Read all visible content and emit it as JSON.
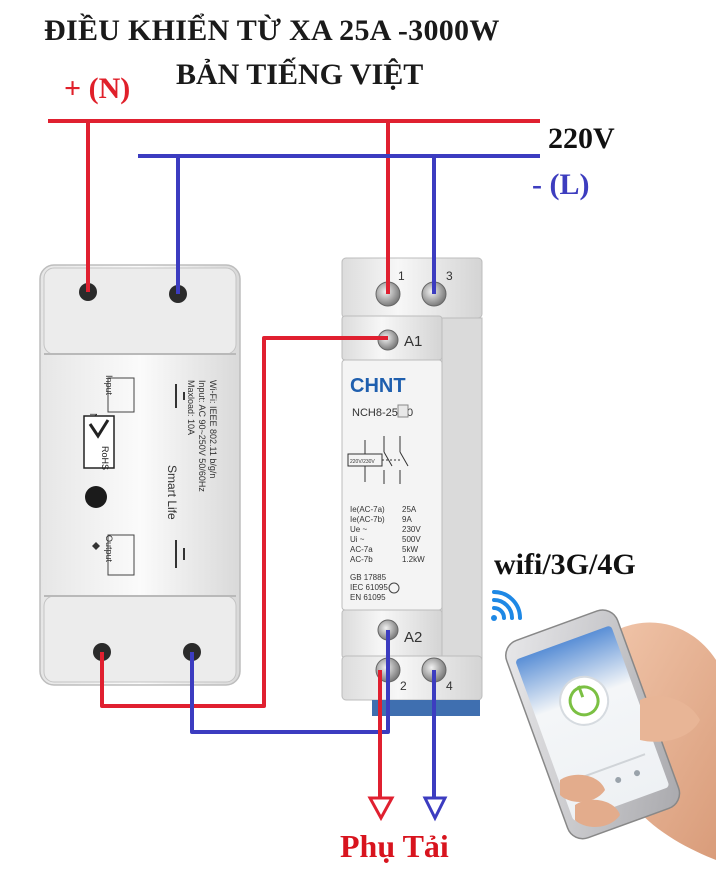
{
  "title": {
    "line1": "ĐIỀU KHIỂN TỪ XA 25A -3000W",
    "line2": "BẢN TIẾNG VIỆT"
  },
  "labels": {
    "neutral": "+ (N)",
    "voltage": "220V",
    "line": "- (L)",
    "connectivity": "wifi/3G/4G",
    "load": "Phụ Tải"
  },
  "wifi_switch": {
    "brand": "Smart Life",
    "input_label": "Input",
    "output_label": "Output",
    "spec_lines": [
      "Wi-Fi: IEEE 802.11 b/g/n",
      "Input: AC 90~250V 50/60Hz",
      "Maxload: 10A"
    ],
    "rohs": "RoHS",
    "terminal_n": "N",
    "terminal_l": "L"
  },
  "contactor": {
    "brand": "CHNT",
    "model": "NCH8-25/20",
    "terminal_top": [
      "1",
      "3"
    ],
    "terminal_bottom": [
      "2",
      "4"
    ],
    "coil_top": "A1",
    "coil_bottom": "A2",
    "coil_voltage": "220V/230V",
    "spec_rows": [
      [
        "Ie(AC-7a)",
        "25A"
      ],
      [
        "Ie(AC-7b)",
        "9A"
      ],
      [
        "Ue ~",
        "230V"
      ],
      [
        "Ui ~",
        "500V"
      ],
      [
        "AC-7a",
        "5kW"
      ],
      [
        "AC-7b",
        "1.2kW"
      ]
    ],
    "standards": [
      "GB 17885",
      "IEC 61095",
      "EN 61095"
    ]
  },
  "colors": {
    "red_wire": "#e02030",
    "blue_wire": "#3c3cc0",
    "title_text": "#1a1a1a",
    "load_text": "#d8141e",
    "chnt_blue": "#1f5fae",
    "wifi_icon": "#1e88e5"
  }
}
